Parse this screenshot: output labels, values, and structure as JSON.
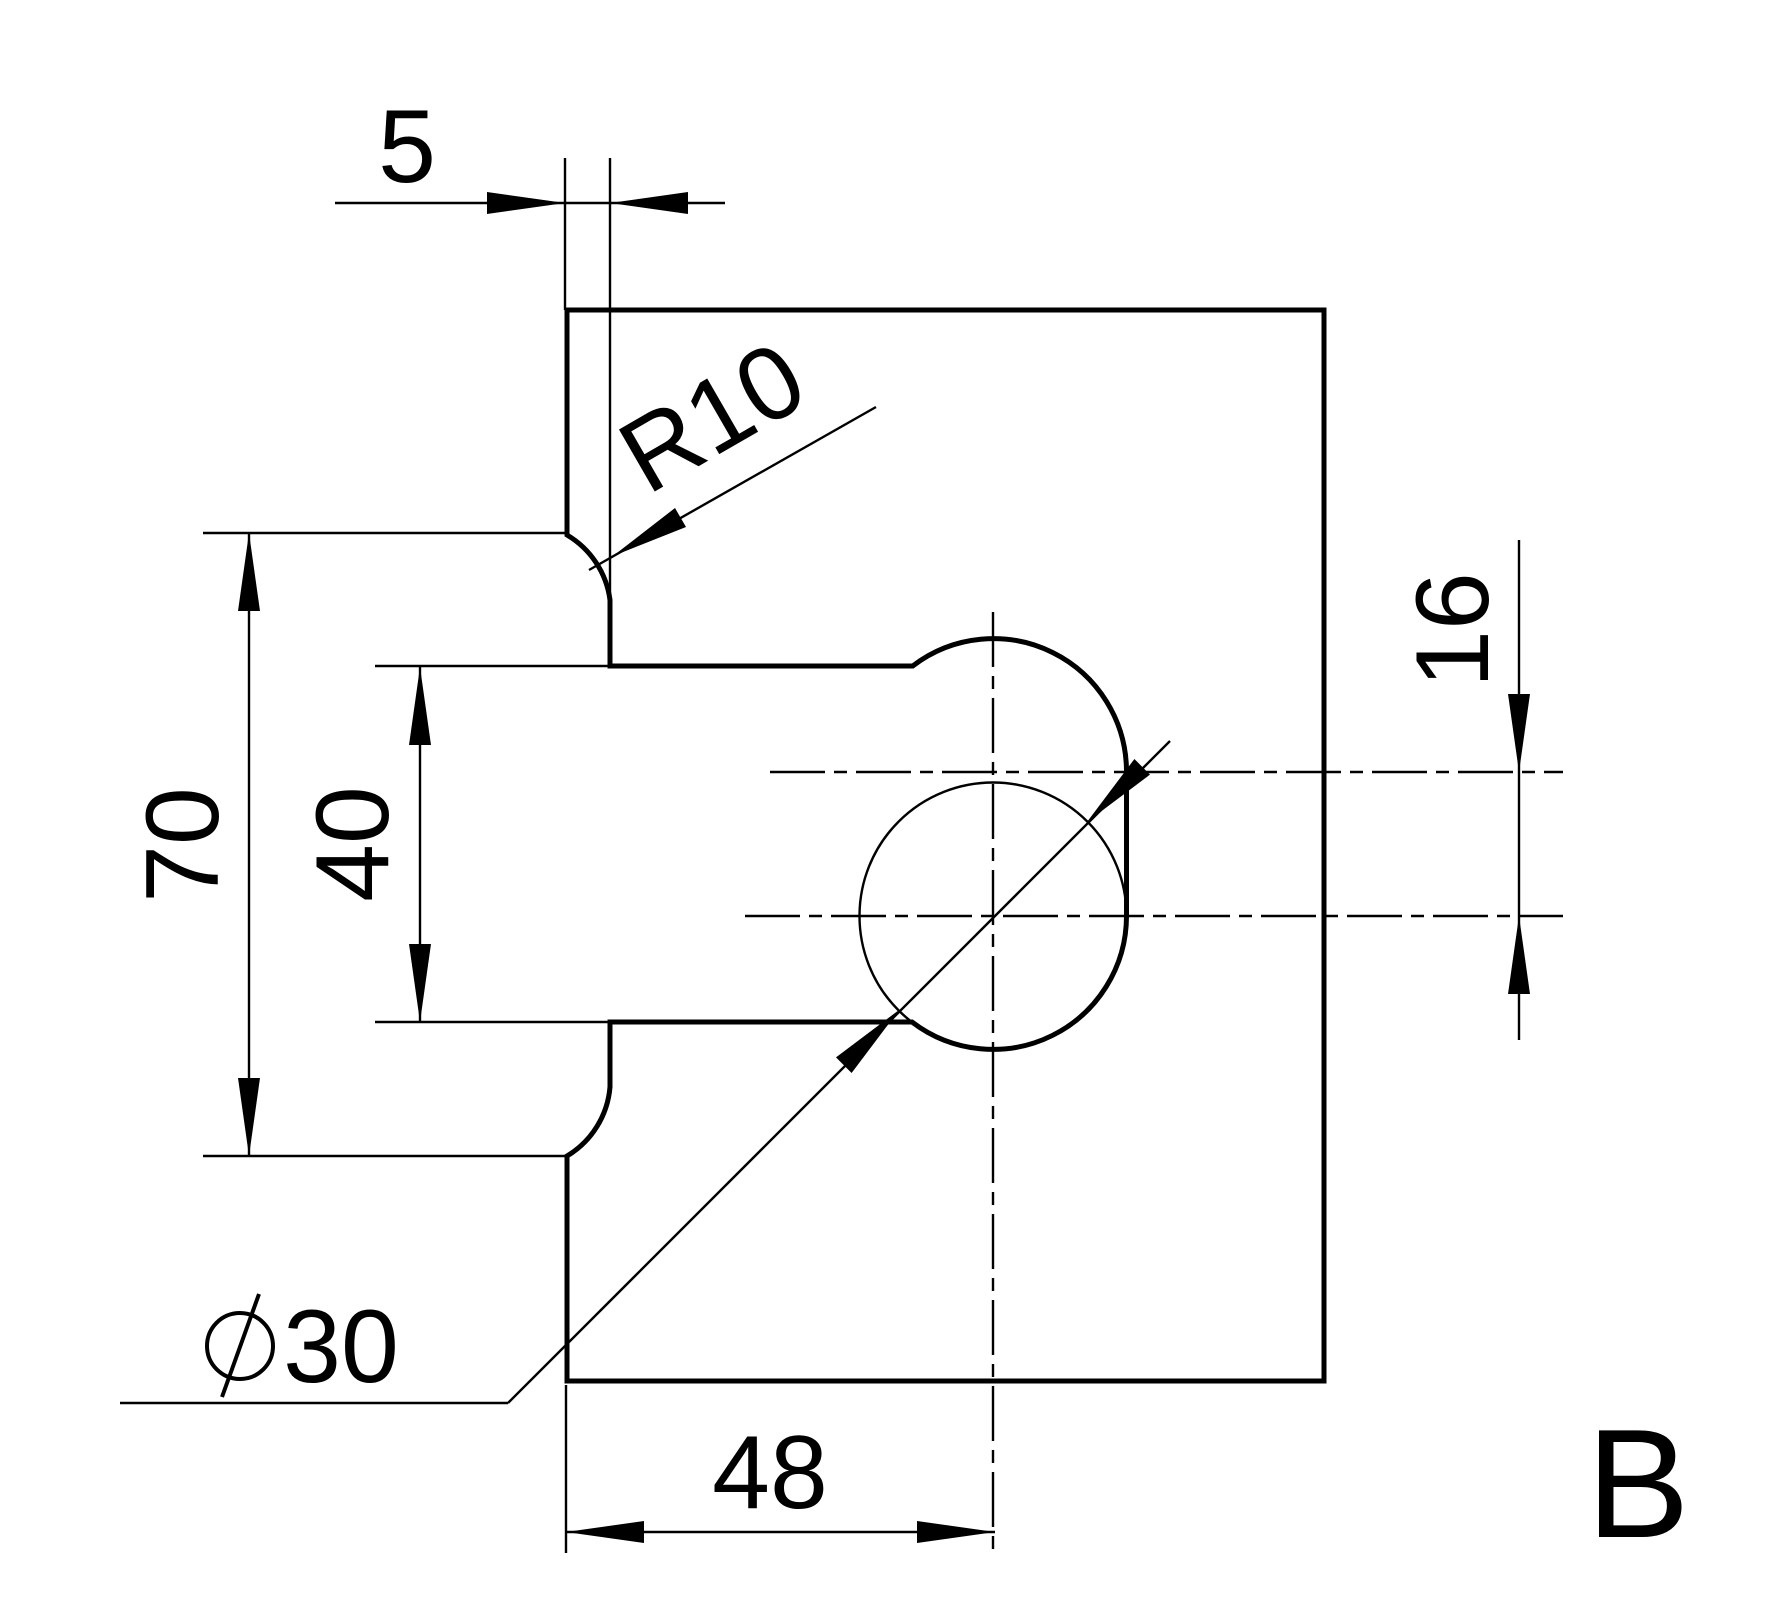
{
  "drawing": {
    "type_label": "B",
    "dimensions": {
      "edge_offset": "5",
      "fillet_radius": "R10",
      "cutout_outer_height": "70",
      "notch_height": "40",
      "hole_center_spacing": "16",
      "hole_center_from_edge": "48",
      "hole_diameter_symbol": "⌀",
      "hole_diameter_value": "30"
    },
    "colors": {
      "line": "#000000",
      "background": "#ffffff",
      "glass_highlight": "#eef6fd",
      "glass_mid": "#d3e7f8",
      "glass_shadow": "#b5d6f0"
    }
  }
}
